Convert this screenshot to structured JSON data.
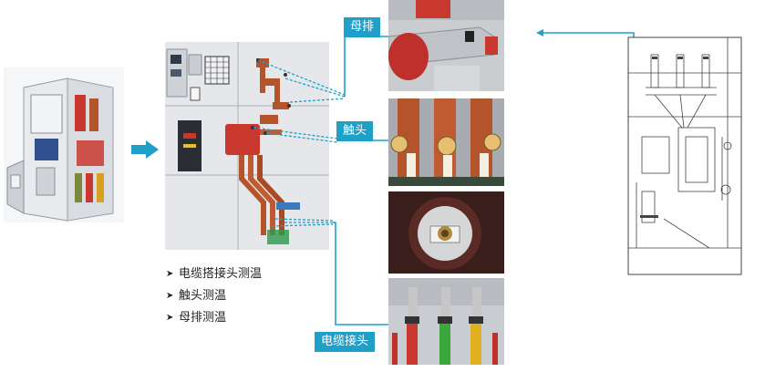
{
  "labels": {
    "busbar": "母排",
    "contact": "触头",
    "cable_joint": "电缆接头"
  },
  "bullets": [
    {
      "text": "电缆搭接头测温"
    },
    {
      "text": "触头测温"
    },
    {
      "text": "母排测温"
    }
  ],
  "colors": {
    "accent": "#1ea0c8",
    "cabinet_panel": "#e6e7ea",
    "busbar_copper": "#b4542a",
    "insulator_red": "#c8382e"
  },
  "icons": {
    "flow_arrow": "arrow-right-icon",
    "bullet": "triangle-right-icon"
  }
}
